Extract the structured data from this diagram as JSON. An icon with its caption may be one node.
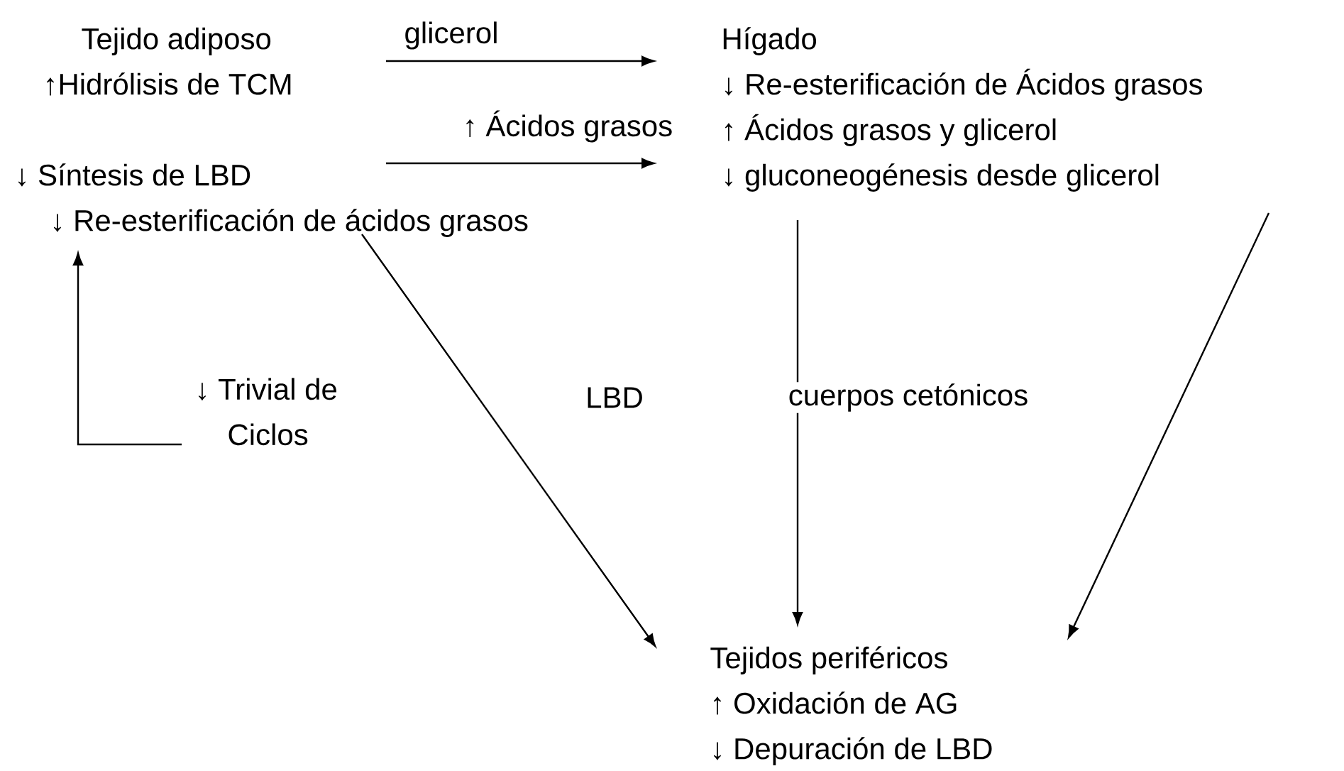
{
  "diagram": {
    "nodes": [
      {
        "text": [
          "Tejido adiposo",
          "↑Hidrólisis de TCM"
        ]
      },
      {
        "text": [
          "↓ Síntesis de LBD",
          "↓ Re-esterificación de ácidos grasos"
        ]
      },
      {
        "text": [
          "Hígado",
          "↓ Re-esterificación de Ácidos grasos",
          "↑ Ácidos grasos  y glicerol",
          "↓ gluconeogénesis desde glicerol"
        ]
      },
      {
        "text": [
          "Tejidos periféricos",
          "↑ Oxidación de AG",
          "↓ Depuración de LBD"
        ]
      },
      {
        "text": [
          "↓ Trivial de Ciclos"
        ]
      }
    ],
    "edges": [
      {
        "from": 0,
        "to": 2,
        "arrow": "to",
        "label": "glicerol"
      },
      {
        "from": 1,
        "to": 2,
        "arrow": "to",
        "label": "↑ Ácidos grasos"
      },
      {
        "from": 1,
        "to": 3,
        "arrow": "to",
        "label": "LBD"
      },
      {
        "from": 2,
        "to": 3,
        "arrow": "to",
        "label": "cuerpos cetónicos"
      },
      {
        "from": 2,
        "to": 3,
        "arrow": "to"
      },
      {
        "from": 4,
        "to": 1,
        "arrow": "to"
      }
    ]
  }
}
